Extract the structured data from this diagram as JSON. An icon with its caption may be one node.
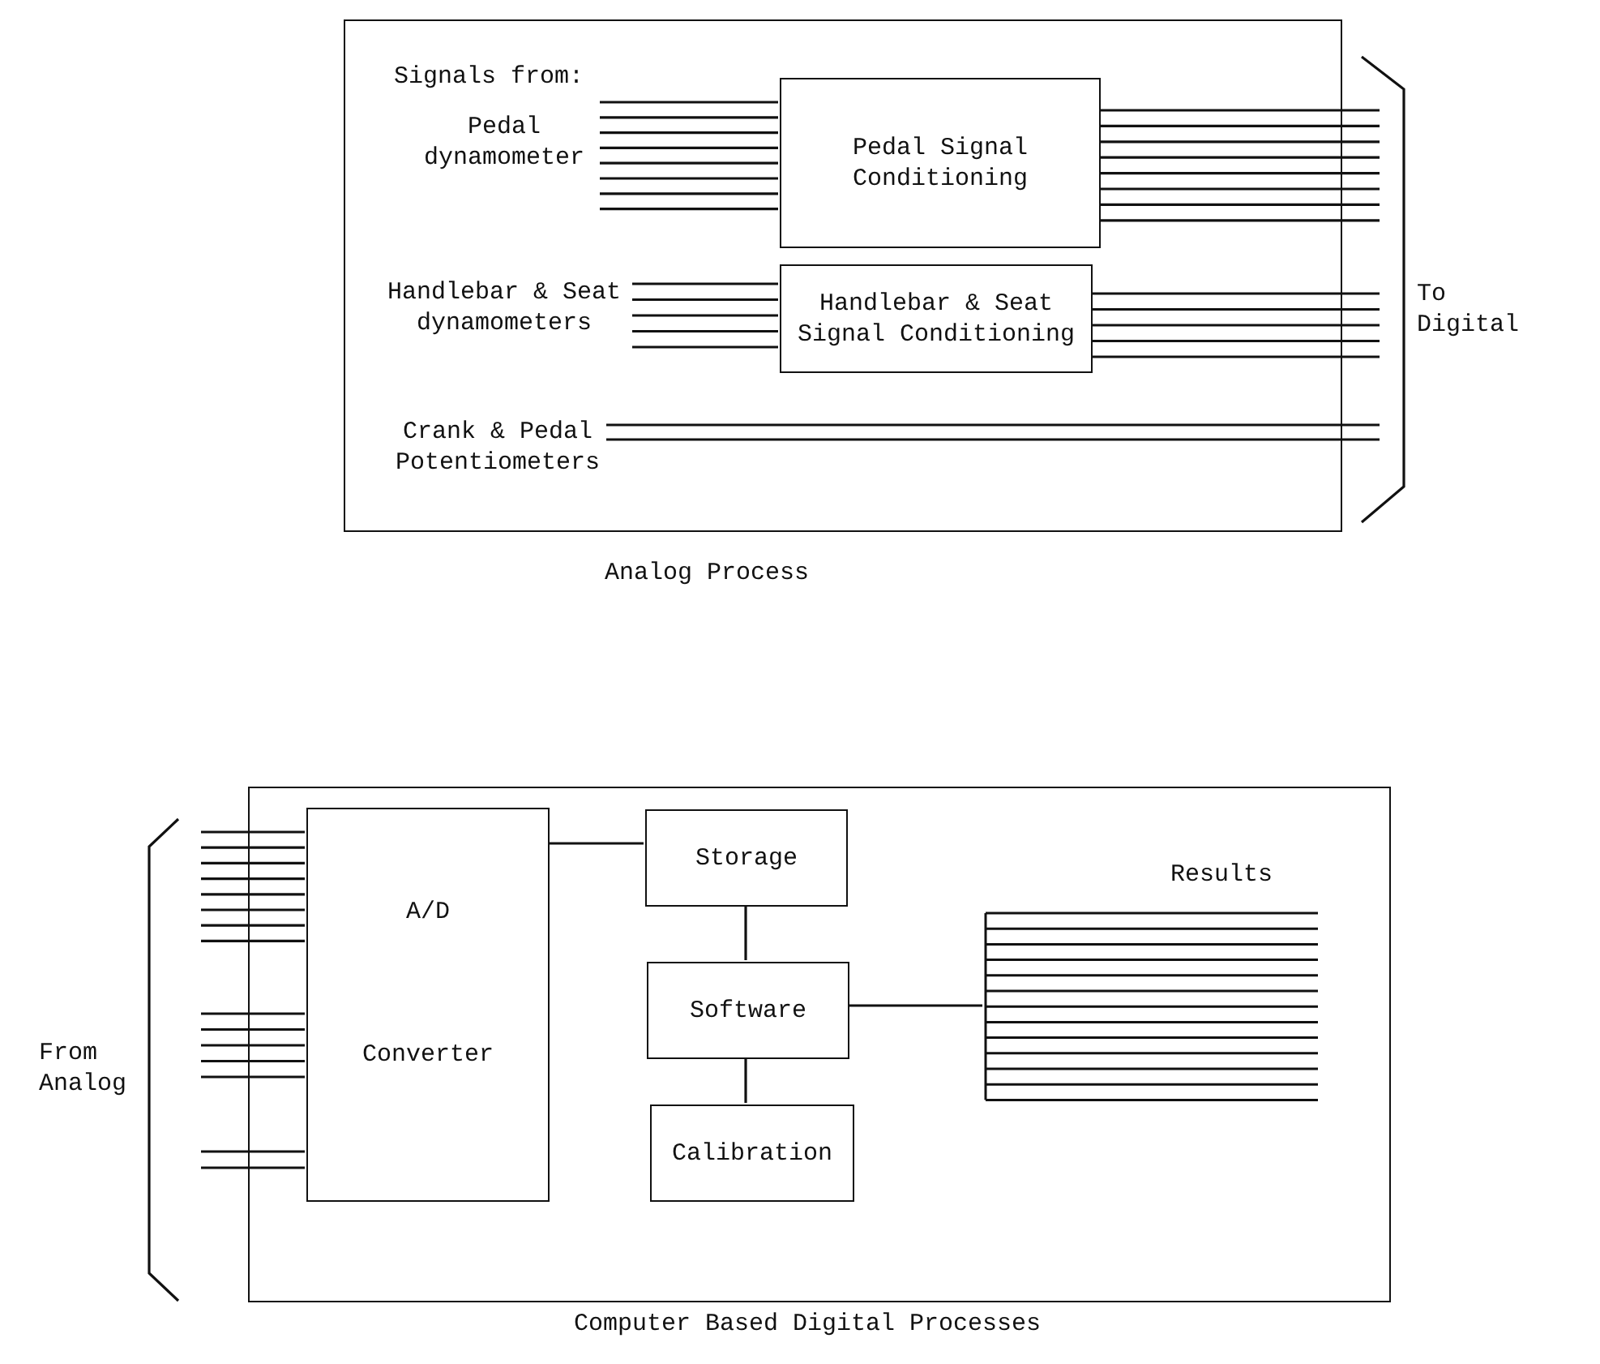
{
  "diagram": {
    "nodes": [
      {
        "text": [
          "Analog Process"
        ]
      },
      {
        "text": [
          "Pedal dynamometer"
        ],
        "in": 0
      },
      {
        "text": [
          "Pedal Signal Conditioning"
        ],
        "in": 0
      },
      {
        "text": [
          "Handlebar & Seat dynamometers"
        ],
        "in": 0
      },
      {
        "text": [
          "Handlebar & Seat Signal Conditioning"
        ],
        "in": 0
      },
      {
        "text": [
          "Crank & Pedal Potentiometers"
        ],
        "in": 0
      },
      {
        "text": [
          "Computer Based Digital Processes"
        ]
      },
      {
        "text": [
          "A/D",
          "Converter"
        ],
        "in": 6
      },
      {
        "text": [
          "Storage"
        ],
        "in": 6
      },
      {
        "text": [
          "Software"
        ],
        "in": 6
      },
      {
        "text": [
          "Calibration"
        ],
        "in": 6
      },
      {
        "text": [
          "Results"
        ],
        "in": 6
      }
    ],
    "edges": [
      {
        "from": 1,
        "to": 2,
        "arrow": "none"
      },
      {
        "from": 1,
        "to": 2,
        "arrow": "none"
      },
      {
        "from": 1,
        "to": 2,
        "arrow": "none"
      },
      {
        "from": 1,
        "to": 2,
        "arrow": "none"
      },
      {
        "from": 1,
        "to": 2,
        "arrow": "none"
      },
      {
        "from": 1,
        "to": 2,
        "arrow": "none"
      },
      {
        "from": 1,
        "to": 2,
        "arrow": "none"
      },
      {
        "from": 1,
        "to": 2,
        "arrow": "none"
      },
      {
        "from": 2,
        "to": null,
        "arrow": "none"
      },
      {
        "from": 2,
        "to": null,
        "arrow": "none"
      },
      {
        "from": 2,
        "to": null,
        "arrow": "none"
      },
      {
        "from": 2,
        "to": null,
        "arrow": "none"
      },
      {
        "from": 2,
        "to": null,
        "arrow": "none"
      },
      {
        "from": 2,
        "to": null,
        "arrow": "none"
      },
      {
        "from": 2,
        "to": null,
        "arrow": "none"
      },
      {
        "from": 2,
        "to": null,
        "arrow": "none"
      },
      {
        "from": 3,
        "to": 4,
        "arrow": "none"
      },
      {
        "from": 3,
        "to": 4,
        "arrow": "none"
      },
      {
        "from": 3,
        "to": 4,
        "arrow": "none"
      },
      {
        "from": 3,
        "to": 4,
        "arrow": "none"
      },
      {
        "from": 3,
        "to": 4,
        "arrow": "none"
      },
      {
        "from": 4,
        "to": null,
        "arrow": "none"
      },
      {
        "from": 4,
        "to": null,
        "arrow": "none"
      },
      {
        "from": 4,
        "to": null,
        "arrow": "none"
      },
      {
        "from": 4,
        "to": null,
        "arrow": "none"
      },
      {
        "from": 4,
        "to": null,
        "arrow": "none"
      },
      {
        "from": 5,
        "to": null,
        "arrow": "none"
      },
      {
        "from": 5,
        "to": null,
        "arrow": "none"
      },
      {
        "from": null,
        "to": 7,
        "arrow": "none"
      },
      {
        "from": null,
        "to": 7,
        "arrow": "none"
      },
      {
        "from": null,
        "to": 7,
        "arrow": "none"
      },
      {
        "from": null,
        "to": 7,
        "arrow": "none"
      },
      {
        "from": null,
        "to": 7,
        "arrow": "none"
      },
      {
        "from": null,
        "to": 7,
        "arrow": "none"
      },
      {
        "from": null,
        "to": 7,
        "arrow": "none"
      },
      {
        "from": null,
        "to": 7,
        "arrow": "none"
      },
      {
        "from": null,
        "to": 7,
        "arrow": "none"
      },
      {
        "from": null,
        "to": 7,
        "arrow": "none"
      },
      {
        "from": null,
        "to": 7,
        "arrow": "none"
      },
      {
        "from": null,
        "to": 7,
        "arrow": "none"
      },
      {
        "from": null,
        "to": 7,
        "arrow": "none"
      },
      {
        "from": null,
        "to": 7,
        "arrow": "none"
      },
      {
        "from": null,
        "to": 7,
        "arrow": "none"
      },
      {
        "from": 7,
        "to": 8,
        "arrow": "none"
      },
      {
        "from": 8,
        "to": 9,
        "arrow": "none"
      },
      {
        "from": 9,
        "to": 10,
        "arrow": "none"
      },
      {
        "from": 9,
        "to": 11,
        "arrow": "none"
      }
    ],
    "labels": [
      "Signals from:",
      "To Digital",
      "From Analog"
    ]
  }
}
